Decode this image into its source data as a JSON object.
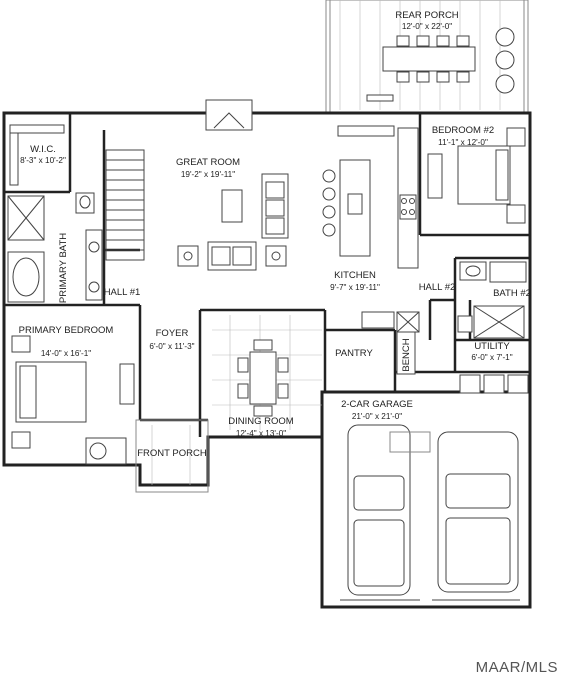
{
  "rooms": [
    {
      "key": "rear_porch",
      "name": "REAR PORCH",
      "dims": "12'-0\" x 22'-0\""
    },
    {
      "key": "wic",
      "name": "W.I.C.",
      "dims": "8'-3\" x 10'-2\""
    },
    {
      "key": "great_room",
      "name": "GREAT ROOM",
      "dims": "19'-2\" x 19'-11\""
    },
    {
      "key": "bedroom2",
      "name": "BEDROOM #2",
      "dims": "11'-1\" x 12'-0\""
    },
    {
      "key": "primary_bath",
      "name": "PRIMARY BATH"
    },
    {
      "key": "hall1",
      "name": "HALL #1"
    },
    {
      "key": "kitchen",
      "name": "KITCHEN",
      "dims": "9'-7\" x 19'-11\""
    },
    {
      "key": "hall2",
      "name": "HALL #2"
    },
    {
      "key": "bath2",
      "name": "BATH #2"
    },
    {
      "key": "primary_bedroom",
      "name": "PRIMARY BEDROOM",
      "dims": "14'-0\" x 16'-1\""
    },
    {
      "key": "foyer",
      "name": "FOYER",
      "dims": "6'-0\" x 11'-3\""
    },
    {
      "key": "pantry",
      "name": "PANTRY"
    },
    {
      "key": "bench",
      "name": "BENCH"
    },
    {
      "key": "utility",
      "name": "UTILITY",
      "dims": "6'-0\" x 7'-1\""
    },
    {
      "key": "garage",
      "name": "2-CAR GARAGE",
      "dims": "21'-0\" x 21'-0\""
    },
    {
      "key": "dining",
      "name": "DINING ROOM",
      "dims": "12'-4\" x 13'-0\""
    },
    {
      "key": "front_porch",
      "name": "FRONT PORCH"
    }
  ],
  "watermark": "MAAR/MLS"
}
